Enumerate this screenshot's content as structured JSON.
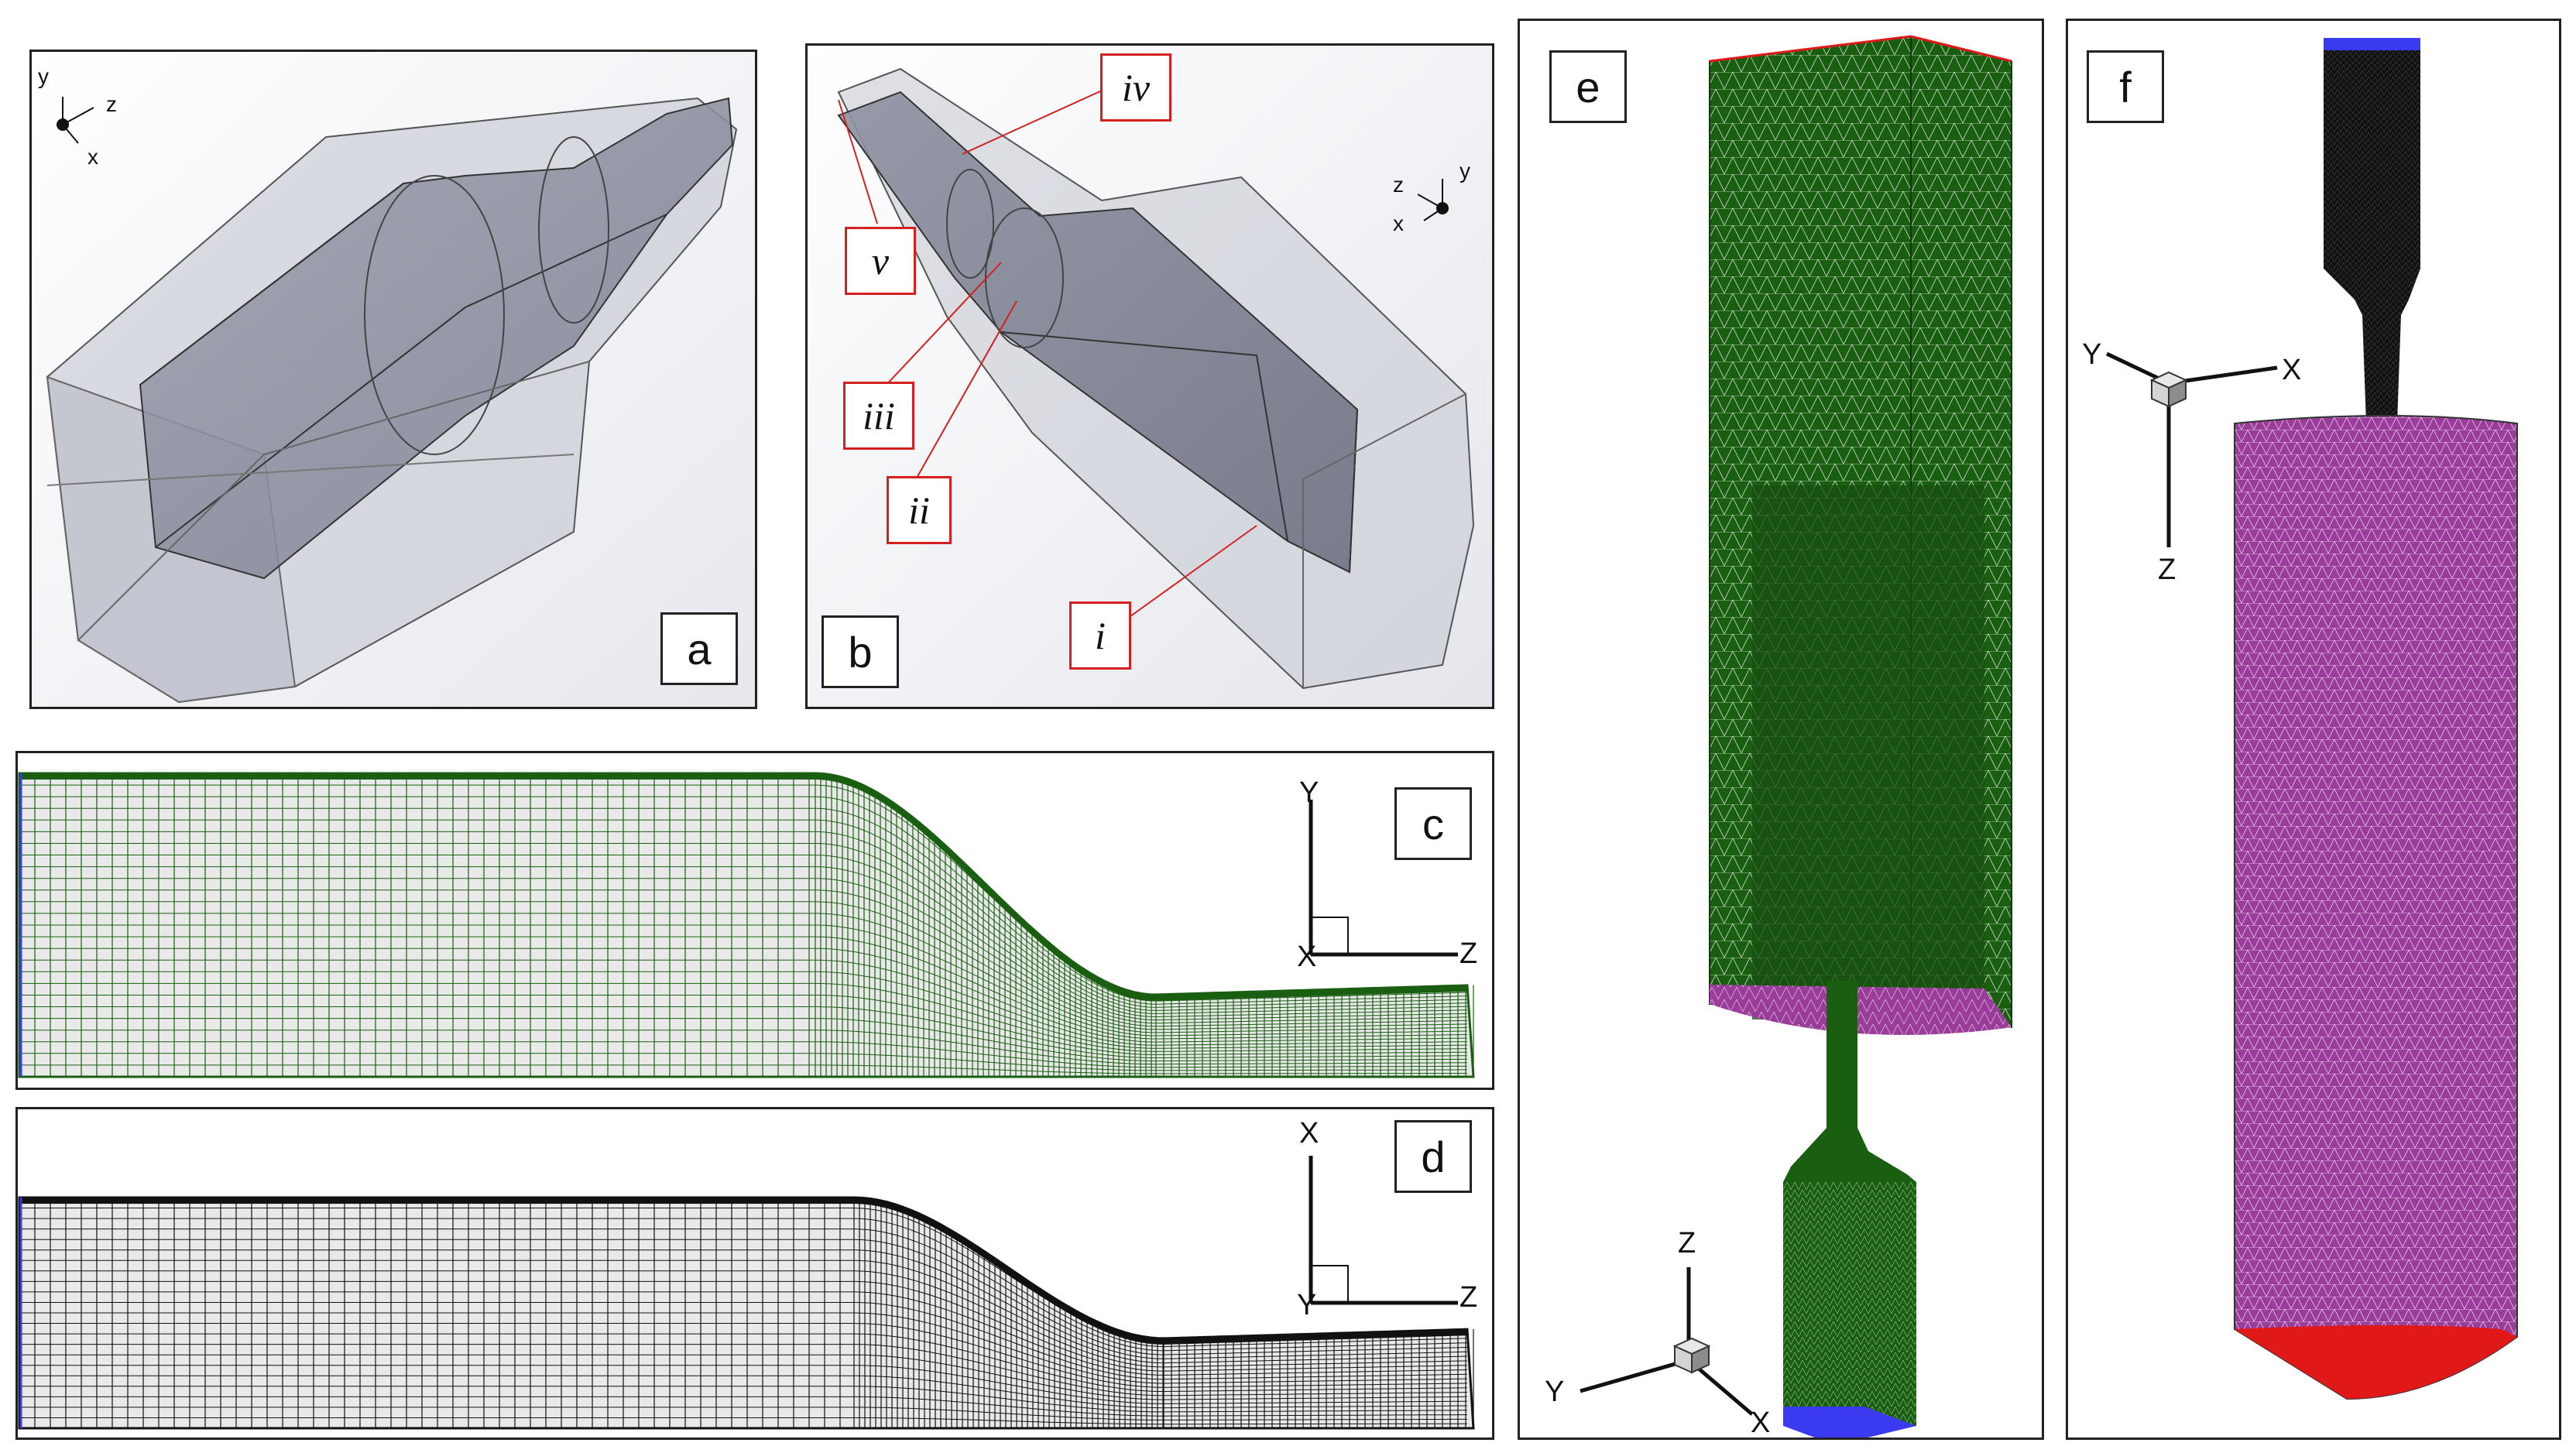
{
  "panels": {
    "a": {
      "label": "a",
      "axes": {
        "y": "y",
        "z": "z",
        "x": "x"
      }
    },
    "b": {
      "label": "b",
      "axes": {
        "z": "z",
        "y": "y",
        "x": "x"
      },
      "callouts": {
        "i": "i",
        "ii": "ii",
        "iii": "iii",
        "iv": "iv",
        "v": "v"
      }
    },
    "c": {
      "label": "c",
      "axes": {
        "y": "Y",
        "z": "Z",
        "x": "X"
      }
    },
    "d": {
      "label": "d",
      "axes": {
        "x": "X",
        "z": "Z",
        "y": "Y"
      }
    },
    "e": {
      "label": "e",
      "axes": {
        "z": "Z",
        "y": "Y",
        "x": "X"
      }
    },
    "f": {
      "label": "f",
      "axes": {
        "y": "Y",
        "x": "X",
        "z": "Z"
      }
    }
  },
  "colors": {
    "mesh_green": "#1a5e12",
    "mesh_black": "#111111",
    "inlet_blue": "#3a3af0",
    "outlet_red": "#e01818",
    "wall_purple": "#9a3c9a",
    "callout_red": "#d42020",
    "shell_grey": "#b9bcc6",
    "core_grey": "#8a8e9c"
  }
}
